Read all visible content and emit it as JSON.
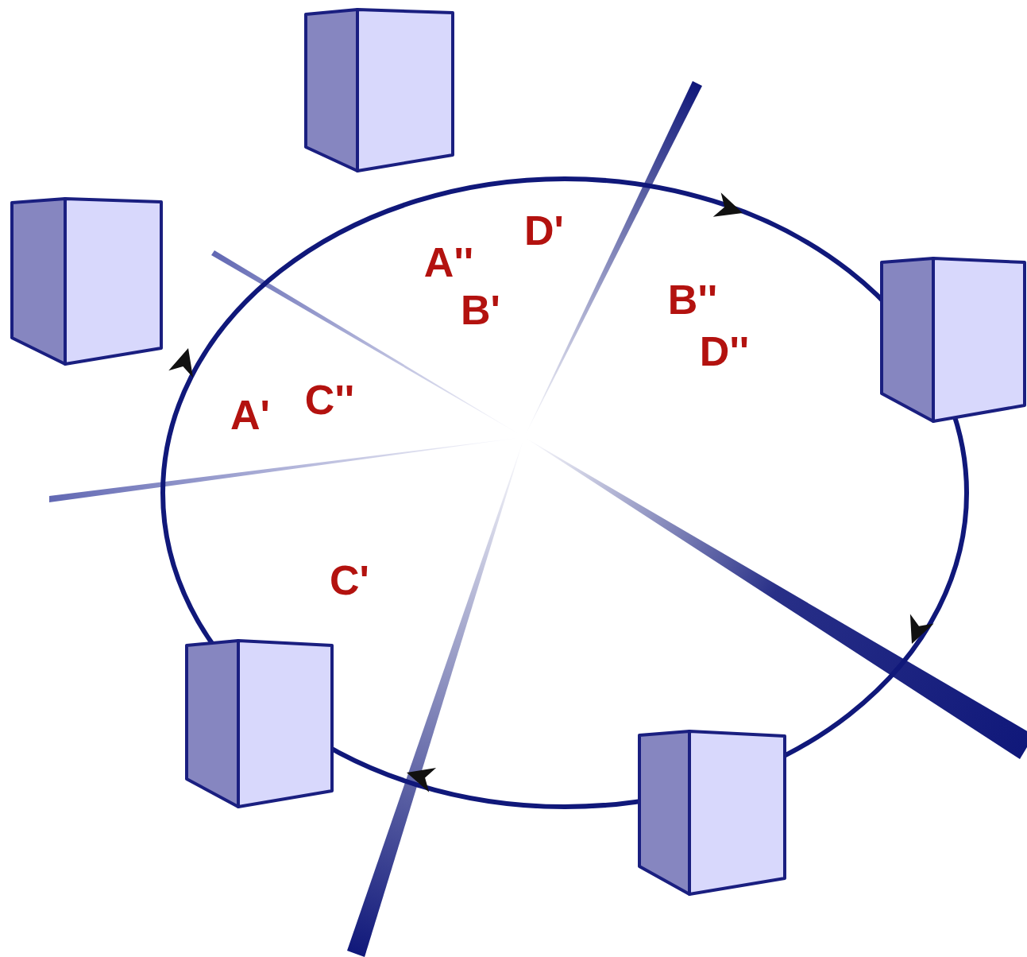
{
  "diagram": {
    "labels": [
      "D'",
      "A''",
      "B'",
      "B''",
      "D''",
      "A'",
      "C''",
      "C'"
    ]
  }
}
